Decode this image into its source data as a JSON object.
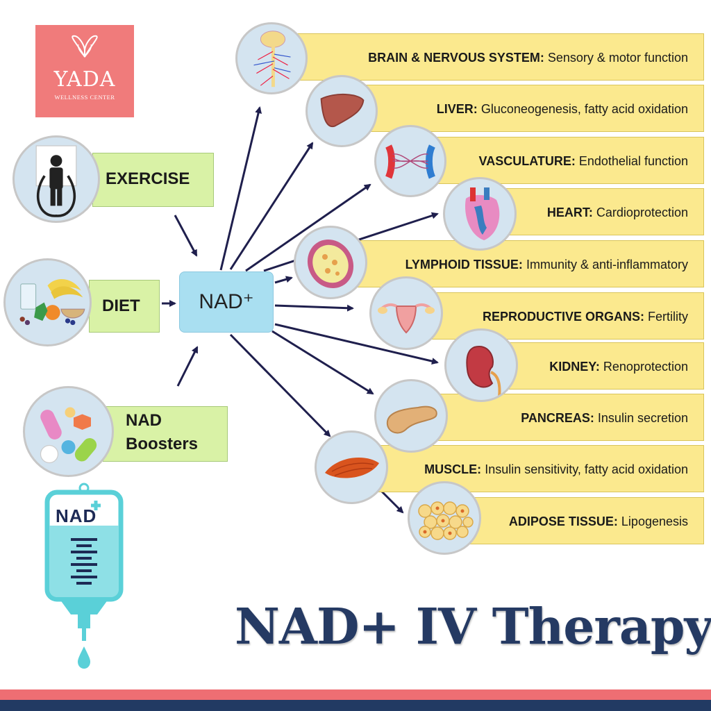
{
  "logo": {
    "brand": "YADA",
    "subtitle": "WELLNESS CENTER"
  },
  "sources": [
    {
      "id": "exercise",
      "label": "EXERCISE",
      "icon": "jump-rope-icon"
    },
    {
      "id": "diet",
      "label": "DIET",
      "icon": "food-icon"
    },
    {
      "id": "boosters",
      "label_line1": "NAD",
      "label_line2": "Boosters",
      "icon": "pills-icon"
    }
  ],
  "center": {
    "label": "NAD⁺"
  },
  "organs": [
    {
      "name": "BRAIN & NERVOUS SYSTEM:",
      "effect": "Sensory & motor function",
      "icon": "brain-icon"
    },
    {
      "name": "LIVER:",
      "effect": "Gluconeogenesis, fatty acid oxidation",
      "icon": "liver-icon"
    },
    {
      "name": "VASCULATURE:",
      "effect": "Endothelial function",
      "icon": "vessels-icon"
    },
    {
      "name": "HEART:",
      "effect": "Cardioprotection",
      "icon": "heart-icon"
    },
    {
      "name": "LYMPHOID TISSUE:",
      "effect": "Immunity & anti-inflammatory",
      "icon": "lymph-node-icon"
    },
    {
      "name": "REPRODUCTIVE ORGANS:",
      "effect": "Fertility",
      "icon": "uterus-icon"
    },
    {
      "name": "KIDNEY:",
      "effect": "Renoprotection",
      "icon": "kidney-icon"
    },
    {
      "name": "PANCREAS:",
      "effect": "Insulin secretion",
      "icon": "pancreas-icon"
    },
    {
      "name": "MUSCLE:",
      "effect": "Insulin sensitivity, fatty acid oxidation",
      "icon": "muscle-icon"
    },
    {
      "name": "ADIPOSE TISSUE:",
      "effect": "Lipogenesis",
      "icon": "adipose-icon"
    }
  ],
  "iv_bag": {
    "label": "NAD",
    "icon": "iv-bag-icon"
  },
  "title": "NAD+ IV Therapy",
  "colors": {
    "organ_box": "#fbe98e",
    "source_box": "#d9f2a6",
    "center_box": "#a9dff1",
    "title": "#253a63",
    "logo": "#f07b7b",
    "arrow": "#1f1f4d"
  }
}
